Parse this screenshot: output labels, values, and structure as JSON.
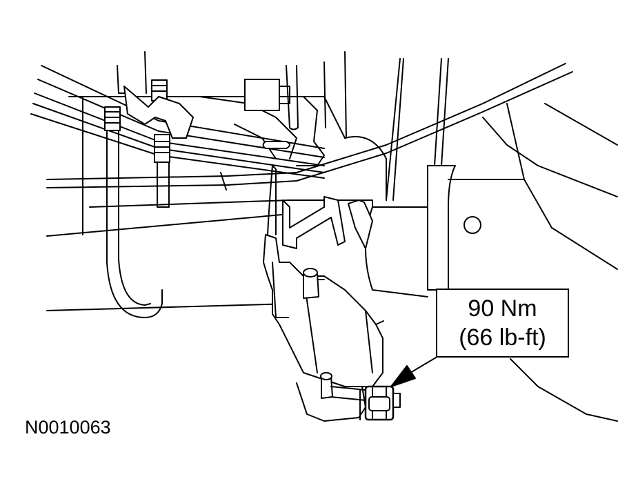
{
  "callout": {
    "torque_metric": "90 Nm",
    "torque_imperial": "(66 lb-ft)"
  },
  "figure": {
    "id": "N0010063"
  }
}
